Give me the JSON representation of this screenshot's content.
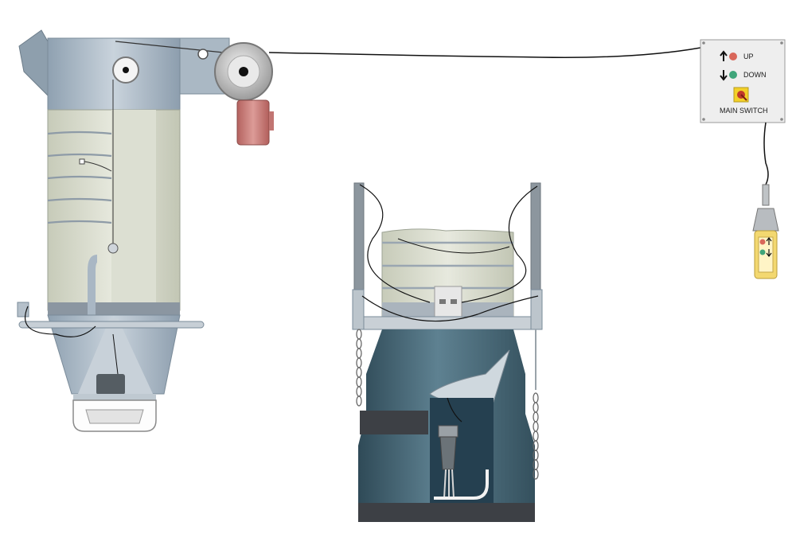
{
  "control_panel": {
    "up_label": "UP",
    "down_label": "DOWN",
    "main_switch_label": "MAIN SWITCH"
  },
  "colors": {
    "silo_light": "#d5d9cc",
    "silo_metal": "#a9b7c4",
    "dark_teal": "#3f5d6c",
    "motor_red": "#c87a78",
    "pendant_yellow": "#f3d870",
    "up_button": "#d9675a",
    "down_button": "#3fa57a",
    "cable": "#111111"
  },
  "icons": [
    "arrow-up-icon",
    "arrow-down-icon",
    "main-switch-icon"
  ]
}
